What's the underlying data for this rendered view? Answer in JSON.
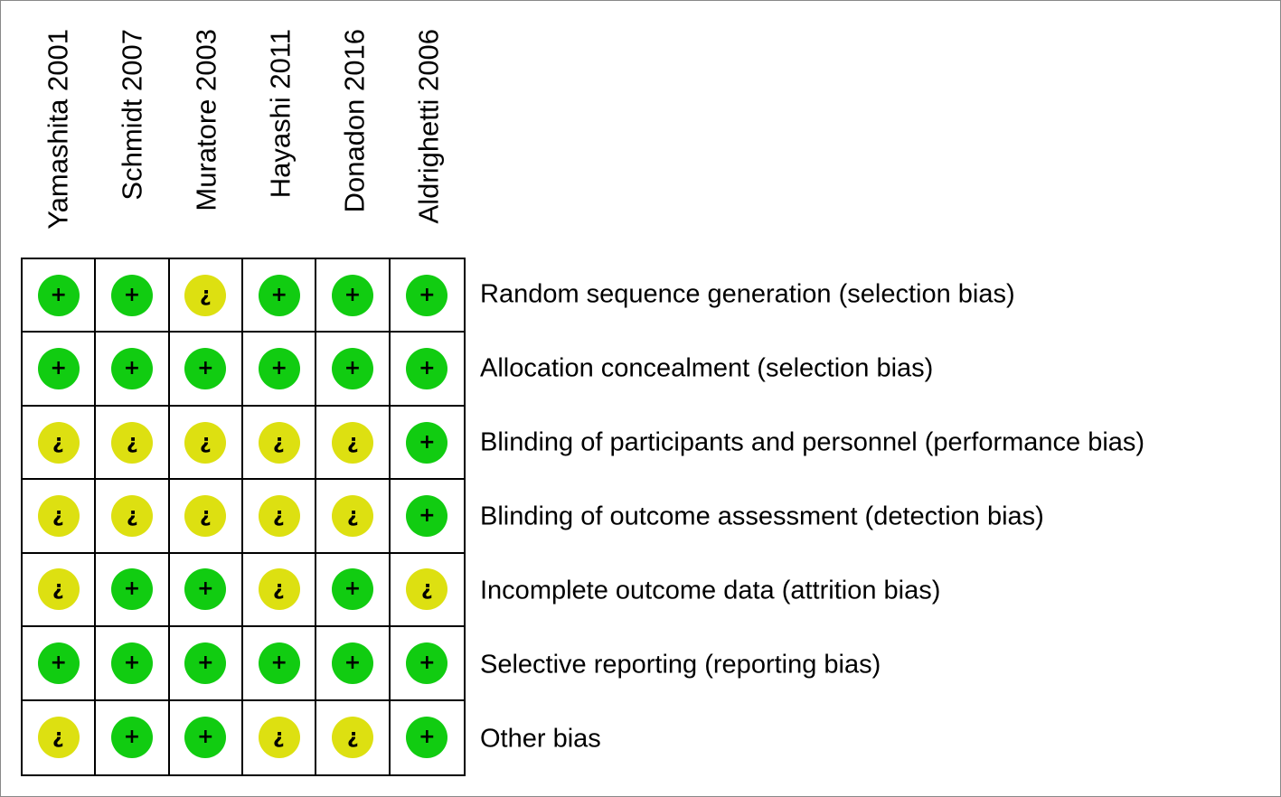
{
  "studies": [
    "Yamashita 2001",
    "Schmidt 2007",
    "Muratore 2003",
    "Hayashi 2011",
    "Donadon 2016",
    "Aldrighetti 2006"
  ],
  "domains": [
    "Random sequence generation (selection bias)",
    "Allocation concealment (selection bias)",
    "Blinding of participants and personnel (performance bias)",
    "Blinding of outcome assessment (detection bias)",
    "Incomplete outcome data (attrition bias)",
    "Selective reporting (reporting bias)",
    "Other bias"
  ],
  "judgements": [
    [
      "low",
      "low",
      "unclear",
      "low",
      "low",
      "low"
    ],
    [
      "low",
      "low",
      "low",
      "low",
      "low",
      "low"
    ],
    [
      "unclear",
      "unclear",
      "unclear",
      "unclear",
      "unclear",
      "low"
    ],
    [
      "unclear",
      "unclear",
      "unclear",
      "unclear",
      "unclear",
      "low"
    ],
    [
      "unclear",
      "low",
      "low",
      "unclear",
      "low",
      "unclear"
    ],
    [
      "low",
      "low",
      "low",
      "low",
      "low",
      "low"
    ],
    [
      "unclear",
      "low",
      "low",
      "unclear",
      "unclear",
      "low"
    ]
  ],
  "symbols": {
    "low": "+",
    "unclear": "?"
  },
  "colors": {
    "low": "#11cc11",
    "unclear": "#dde011",
    "grid": "#000000"
  }
}
